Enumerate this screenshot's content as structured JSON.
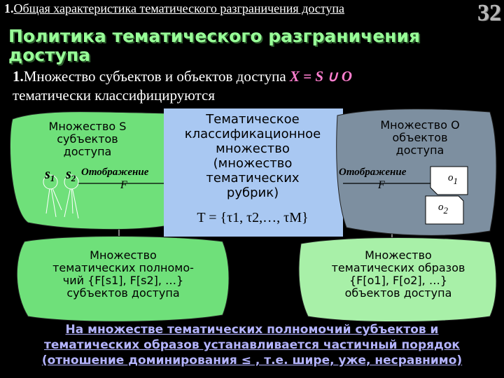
{
  "header": {
    "number": "1.",
    "text": "Общая характеристика тематического разграничения доступа",
    "slide_number": "32"
  },
  "title": "Политика тематического разграничения доступа",
  "point1": {
    "number": "1.",
    "text": "Множество субъектов и объектов доступа",
    "formula": "X = S ∪ O",
    "text2": "тематически классифицируются"
  },
  "diagram": {
    "subjects": {
      "line1": "Множество S",
      "line2": "субъектов",
      "line3": "доступа",
      "s1": "s",
      "s1_sub": "1",
      "s2": "s",
      "s2_sub": "2"
    },
    "map_left": {
      "label": "Отображение",
      "F": "F"
    },
    "center": {
      "lines": [
        "Тематическое",
        "классификационное",
        "множество",
        "(множество",
        "тематических",
        "рубрик)"
      ],
      "formula": "T = {τ1, τ2,…, τM}"
    },
    "map_right": {
      "label": "Отображение",
      "F": "F"
    },
    "objects": {
      "line1": "Множество O",
      "line2": "объектов",
      "line3": "доступа",
      "o1": "o",
      "o1_sub": "1",
      "o2": "o",
      "o2_sub": "2"
    },
    "bottom_left": {
      "line1": "Множество",
      "line2": "тематических полномо-",
      "line3": "чий {F[s1], F[s2], …}",
      "line4": "субъектов доступа"
    },
    "bottom_right": {
      "line1": "Множество",
      "line2": "тематических образов",
      "line3": "{F[o1], F[o2], …}",
      "line4": "объектов доступа"
    }
  },
  "conclusion": {
    "line1": "На множестве тематических полномочий субъектов и",
    "line2": "тематических образов устанавливается частичный порядок",
    "line3": "(отношение доминирования ≤ , т.е. шире, уже, несравнимо)"
  },
  "colors": {
    "background": "#000000",
    "green": "#6fe07a",
    "light_green": "#a8f0a8",
    "blue": "#a9c8f2",
    "gray_blue": "#7d8fa0",
    "title": "#98ff98",
    "pink": "#ff7fcf"
  }
}
